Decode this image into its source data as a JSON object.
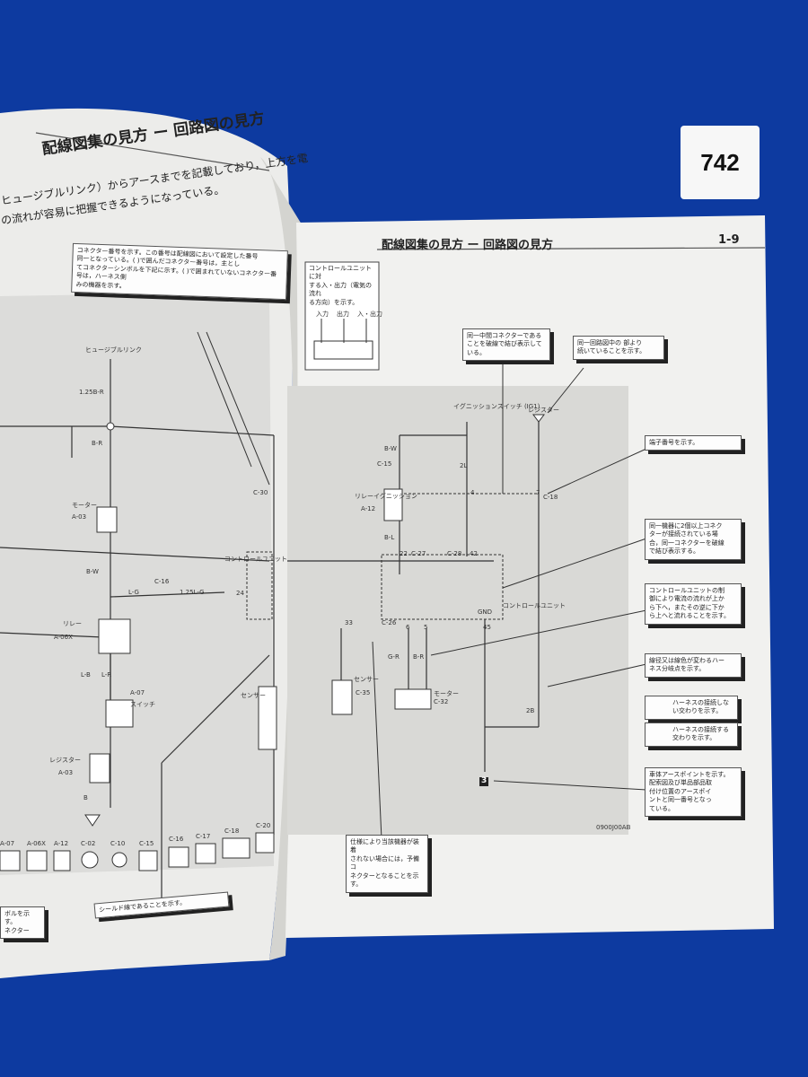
{
  "tag": {
    "number": "742"
  },
  "left_page": {
    "header": "配線図集の見方 ー 回路図の見方",
    "body_lines": [
      "ヒュージブルリンク）からアースまでを記載しており，上方を電",
      "の流れが容易に把握できるようになっている。"
    ],
    "callout_connector": "コネクター番号を示す。この番号は配線図において設定した番号\n同一となっている。(    )で囲んだコネクター番号は，主とし\nてコネクターシンボルを下記に示す。(    )で囲まれていないコネクター番号は，ハーネス側\nみの機器を示す。",
    "callout_shield": "シールド線であることを示す。",
    "callout_bottom_left": "ボルを示す。\nネクター",
    "labels": [
      "ヒュージブルリンク",
      "1.25B-R",
      "B-R",
      "モーター",
      "A-03",
      "B-W",
      "C-16",
      "L-G",
      "1.25L-G",
      "24",
      "リレー",
      "A-06X",
      "L-B",
      "L-R",
      "A-07",
      "スイッチ",
      "レジスター",
      "A-03",
      "B",
      "コントロールユニット",
      "C-30",
      "センサー"
    ],
    "connectors": [
      "A-07",
      "A-06X",
      "A-12",
      "C-02",
      "C-10",
      "C-15",
      "C-16",
      "C-17",
      "C-18",
      "C-20"
    ]
  },
  "right_page": {
    "header": "配線図集の見方 ー 回路図の見方",
    "page_number": "1-9",
    "callout_control": "コントロールユニットに対\nする入・出力（電気の流れ\nる方向）を示す。",
    "io_labels": [
      "入力",
      "出力",
      "入・出力"
    ],
    "callout_same_connector": "同一中間コネクターである\nことを破線で結び表示して\nいる。",
    "callout_continuing": "同一回路図中の   部より\n続いていることを示す。",
    "callout_terminal": "端子番号を示す。",
    "callout_two_sides": "同一機器に2個以上コネク\nターが接続されている場\n合，同一コネクターを破線\nで結び表示する。",
    "callout_current": "コントロールユニットの制\n御により電流の流れが上か\nら下へ，またその逆に下か\nら上へと流れることを示す。",
    "callout_branch": "線径又は線色が変わるハー\nネス分岐点を示す。",
    "callout_harness_none": "ハーネスの接続しな\nい交わりを示す。",
    "callout_harness_conn": "ハーネスの接続する\n交わりを示す。",
    "callout_ground": "車体アースポイントを示す。\n配索図及び単品部品取\n付け位置のアースポイ\nントと同一番号となっ\nている。",
    "callout_not_equipped": "仕様により当該機器が装着\nされない場合には，予備コ\nネクターとなることを示す。",
    "diagram_labels": [
      "イグニッションスイッチ (IG1)",
      "レジスター",
      "B-W",
      "C-15",
      "2L",
      "4",
      "7",
      "C-18",
      "B-L",
      "22",
      "C-27",
      "C-28",
      "42",
      "GND",
      "45",
      "33",
      "C-26",
      "6",
      "5",
      "G-R",
      "B-R",
      "センサー",
      "C-35",
      "モーター",
      "C-32",
      "2B",
      "3",
      "リレーイグニッション",
      "A-12",
      "コントロールユニット"
    ],
    "diagram_code": "0900J00AB"
  }
}
